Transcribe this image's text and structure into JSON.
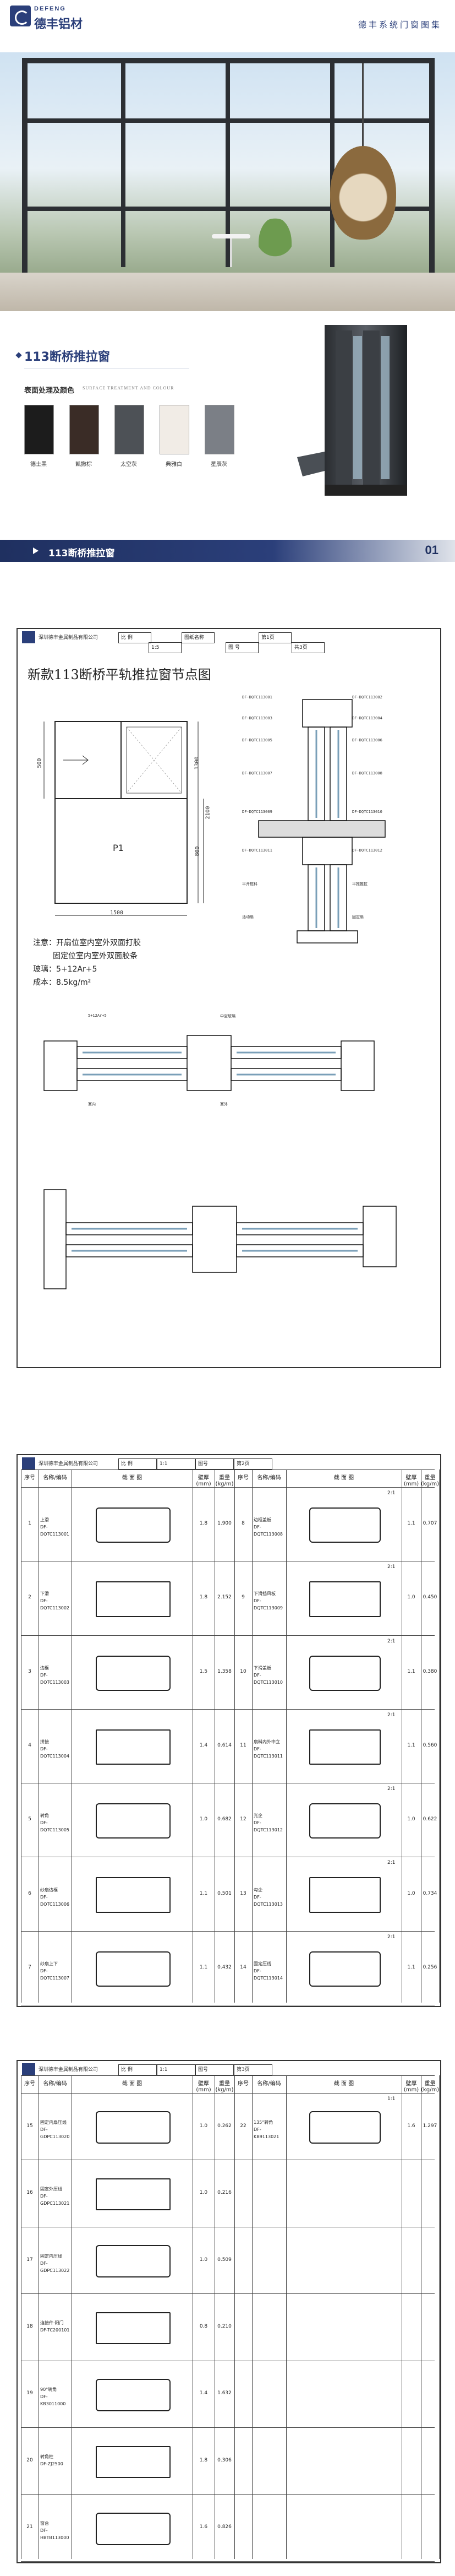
{
  "brand": {
    "logo_en": "DEFENG",
    "logo_cn": "德丰铝材",
    "series_title": "德丰系统门窗图集"
  },
  "product": {
    "title": "113断桥推拉窗",
    "color_label": "表面处理及颜色",
    "color_label_en": "SURFACE TREATMENT AND COLOUR"
  },
  "colors": [
    {
      "name": "德士黑",
      "hex": "#1c1c1c"
    },
    {
      "name": "凯撒棕",
      "hex": "#3a2c26"
    },
    {
      "name": "太空灰",
      "hex": "#4d5156"
    },
    {
      "name": "典雅白",
      "hex": "#f1ece6"
    },
    {
      "name": "星辰灰",
      "hex": "#7b7f86"
    }
  ],
  "banner": {
    "title": "113断桥推拉窗",
    "number": "01"
  },
  "sheet1": {
    "company": "深圳德丰金属制品有限公司",
    "tb": [
      "比 例",
      "1:5",
      "图纸名称",
      "图 号",
      "第1页",
      "共3页"
    ],
    "title": "新款113断桥平轨推拉窗节点图",
    "dims": {
      "w": "1500",
      "h": "2100",
      "h1": "1300",
      "h2": "800",
      "side": "500"
    },
    "pane_label": "P1",
    "notes": [
      "注意：开扇位室内室外双面打胶",
      "固定位室内室外双面胶条",
      "玻璃：5+12Ar+5",
      "成本：8.5kg/m²"
    ],
    "codes": [
      "DF-DQTC113001",
      "DF-DQTC113002",
      "DF-DQTC113003",
      "DF-DQTC113004",
      "DF-DQTC113005",
      "DF-DQTC113006",
      "DF-DQTC113007",
      "DF-DQTC113008",
      "DF-DQTC113009",
      "DF-DQTC113010",
      "DF-DQTC113011",
      "DF-DQTC113012",
      "平开框料",
      "平推推拉",
      "活动扇",
      "固定扇",
      "5+12Ar+5",
      "中空玻璃",
      "室内",
      "室外"
    ]
  },
  "table1": {
    "company": "深圳德丰金属制品有限公司",
    "tb": [
      "比 例",
      "1:1",
      "图号",
      "第2页"
    ],
    "headers": [
      "序号",
      "名称/编码",
      "截 面 图",
      "壁厚 (mm)",
      "重量 (kg/m)"
    ],
    "rows": [
      {
        "no": "1",
        "name": "上滑\nDF-DQTC113001",
        "t": "1.8",
        "w": "1.900"
      },
      {
        "no": "2",
        "name": "下滑\nDF-DQTC113002",
        "t": "1.8",
        "w": "2.152"
      },
      {
        "no": "3",
        "name": "边框\nDF-DQTC113003",
        "t": "1.5",
        "w": "1.358"
      },
      {
        "no": "4",
        "name": "拼接\nDF-DQTC113004",
        "t": "1.4",
        "w": "0.614"
      },
      {
        "no": "5",
        "name": "转角\nDF-DQTC113005",
        "t": "1.0",
        "w": "0.682"
      },
      {
        "no": "6",
        "name": "纱扇边框\nDF-DQTC113006",
        "t": "1.1",
        "w": "0.501"
      },
      {
        "no": "7",
        "name": "纱扇上下\nDF-DQTC113007",
        "t": "1.1",
        "w": "0.432"
      }
    ],
    "rows_right": [
      {
        "no": "8",
        "name": "边框盖板\nDF-DQTC113008",
        "t": "1.1",
        "w": "0.707"
      },
      {
        "no": "9",
        "name": "下滑挡风板\nDF-DQTC113009",
        "t": "1.0",
        "w": "0.450"
      },
      {
        "no": "10",
        "name": "下滑盖板\nDF-DQTC113010",
        "t": "1.1",
        "w": "0.380"
      },
      {
        "no": "11",
        "name": "扇料内外中立\nDF-DQTC113011",
        "t": "1.1",
        "w": "0.560"
      },
      {
        "no": "12",
        "name": "光企\nDF-DQTC113012",
        "t": "1.0",
        "w": "0.622"
      },
      {
        "no": "13",
        "name": "勾企\nDF-DQTC113013",
        "t": "1.0",
        "w": "0.734"
      },
      {
        "no": "14",
        "name": "固定压线\nDF-DQTC113014",
        "t": "1.1",
        "w": "0.256"
      }
    ],
    "scales": [
      "2:1",
      "2:1",
      "2:1",
      "2:1",
      "2:1",
      "2:1",
      "2:1"
    ]
  },
  "table2": {
    "company": "深圳德丰金属制品有限公司",
    "tb": [
      "比 例",
      "1:1",
      "图号",
      "第3页"
    ],
    "headers": [
      "序号",
      "名称/编码",
      "截 面 图",
      "壁厚 (mm)",
      "重量 (kg/m)"
    ],
    "rows": [
      {
        "no": "15",
        "name": "固定内扇压线\nDF-GDPC113020",
        "t": "1.0",
        "w": "0.262"
      },
      {
        "no": "16",
        "name": "固定外压线\nDF-GDPC113021",
        "t": "1.0",
        "w": "0.216"
      },
      {
        "no": "17",
        "name": "固定内压线\nDF-GDPC113022",
        "t": "1.0",
        "w": "0.509"
      },
      {
        "no": "18",
        "name": "连接件·阳门\nDF-TC200101",
        "t": "0.8",
        "w": "0.210"
      },
      {
        "no": "19",
        "name": "90°转角\nDF-KB3011000",
        "t": "1.4",
        "w": "1.632"
      },
      {
        "no": "20",
        "name": "转角柱\nDF-ZJ2500",
        "t": "1.8",
        "w": "0.306"
      },
      {
        "no": "21",
        "name": "窗台\nDF-HBTB113000",
        "t": "1.6",
        "w": "0.826"
      }
    ],
    "rows_right": [
      {
        "no": "22",
        "name": "135°转角\nDF-KB9113021",
        "t": "1.6",
        "w": "1.297"
      }
    ],
    "scales": [
      "1:1"
    ]
  }
}
